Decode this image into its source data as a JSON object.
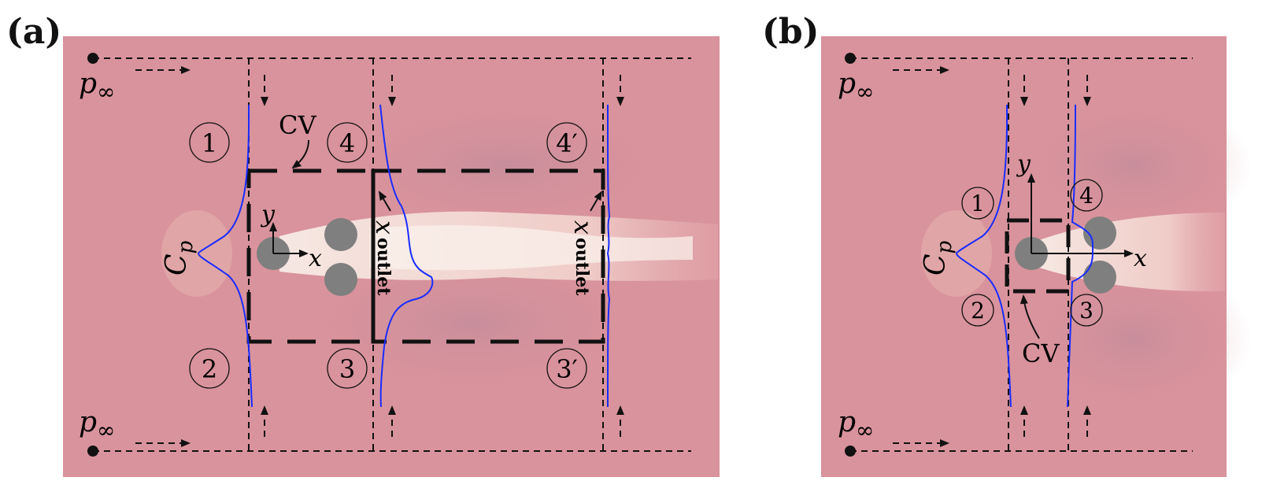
{
  "panels": {
    "a": {
      "label": "(a)",
      "p_inf": "p",
      "p_inf_sub": "∞",
      "regions": [
        "1",
        "2",
        "3",
        "4",
        "3′",
        "4′"
      ],
      "cv_label": "CV",
      "cp_label": "C",
      "cp_sub": "p",
      "x_label": "x",
      "y_label": "y",
      "outlet_x": "x",
      "outlet_sub": "outlet"
    },
    "b": {
      "label": "(b)",
      "p_inf": "p",
      "p_inf_sub": "∞",
      "regions": [
        "1",
        "2",
        "3",
        "4"
      ],
      "cv_label": "CV",
      "cp_label": "C",
      "cp_sub": "p",
      "x_label": "x",
      "y_label": "y"
    }
  },
  "colors": {
    "background_flow": "#d9939c",
    "wake": "#f7e6df",
    "cylinder": "#7f7f7f",
    "cp_curve": "#1a2cff",
    "lines": "#111111"
  }
}
